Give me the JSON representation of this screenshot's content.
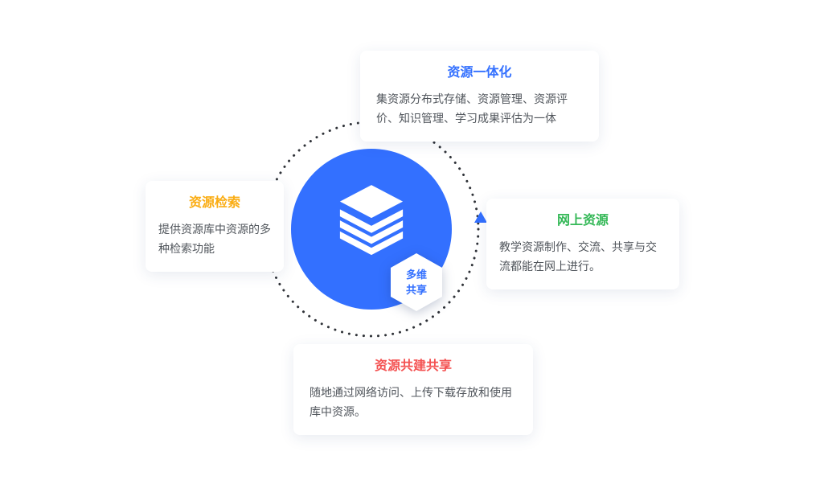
{
  "center": {
    "circle_color": "#3370FF",
    "icon": "layers-icon",
    "badge_lines": [
      "多维",
      "共享"
    ]
  },
  "ring": {
    "style": "dotted",
    "dot_color": "#2F3238",
    "arrow_color": "#3370FF",
    "arrow_direction": "up"
  },
  "cards": {
    "top": {
      "title": "资源一体化",
      "title_color": "#3370FF",
      "body": "集资源分布式存储、资源管理、资源评价、知识管理、学习成果评估为一体"
    },
    "left": {
      "title": "资源检索",
      "title_color": "#FAAD14",
      "body": "提供资源库中资源的多种检索功能"
    },
    "right": {
      "title": "网上资源",
      "title_color": "#34B857",
      "body": "教学资源制作、交流、共享与交流都能在网上进行。"
    },
    "bottom": {
      "title": "资源共建共享",
      "title_color": "#F45252",
      "body": "随地通过网络访问、上传下载存放和使用库中资源。"
    }
  }
}
